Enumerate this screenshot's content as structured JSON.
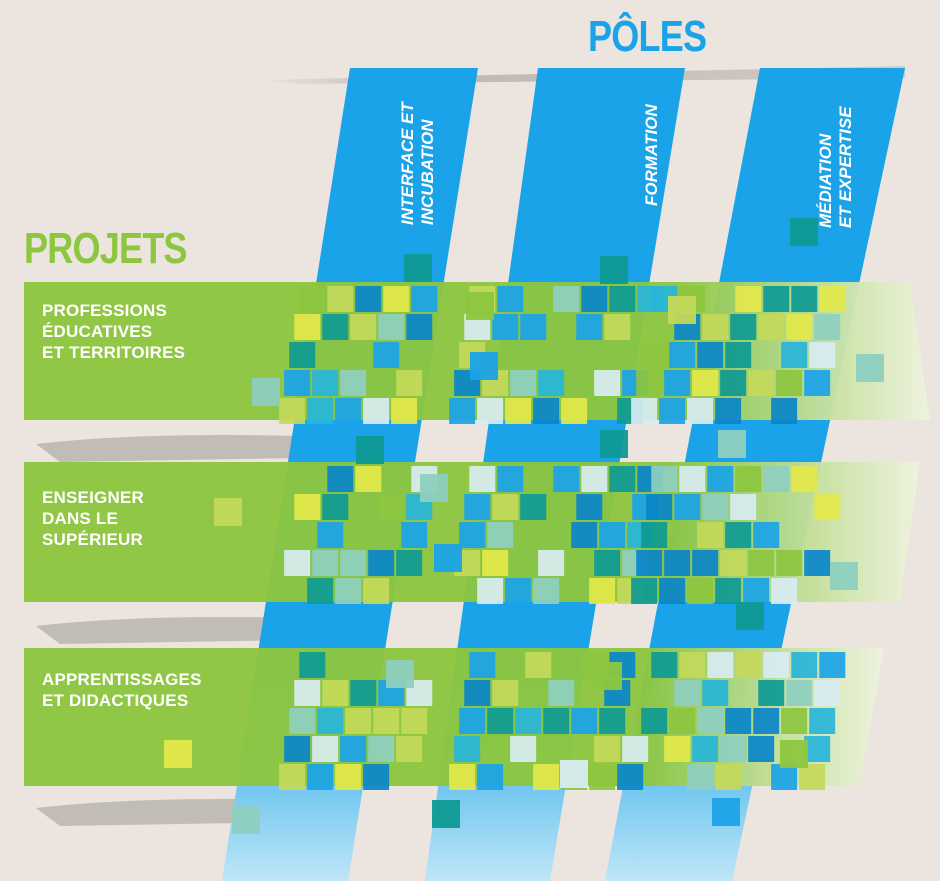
{
  "poles": {
    "title": "PÔLES",
    "items": [
      {
        "line1": "INTERFACE ET",
        "line2": "INCUBATION"
      },
      {
        "line1": "FORMATION",
        "line2": ""
      },
      {
        "line1": "MÉDIATION",
        "line2": "ET EXPERTISE"
      }
    ]
  },
  "projets": {
    "title": "PROJETS",
    "items": [
      {
        "line1": "PROFESSIONS",
        "line2": "ÉDUCATIVES",
        "line3": "ET TERRITOIRES"
      },
      {
        "line1": "ENSEIGNER",
        "line2": "DANS LE",
        "line3": "SUPÉRIEUR"
      },
      {
        "line1": "APPRENTISSAGES",
        "line2": "ET DIDACTIQUES",
        "line3": ""
      }
    ]
  },
  "colors": {
    "background": "#ebe4df",
    "pole_blue": "#1aa3e8",
    "projet_green": "#8dc63f",
    "teal": "#0e9a94",
    "mint": "#8ecfc0",
    "lime": "#c3d95a",
    "yellow": "#e3e84a",
    "pale": "#d8ecf2"
  }
}
